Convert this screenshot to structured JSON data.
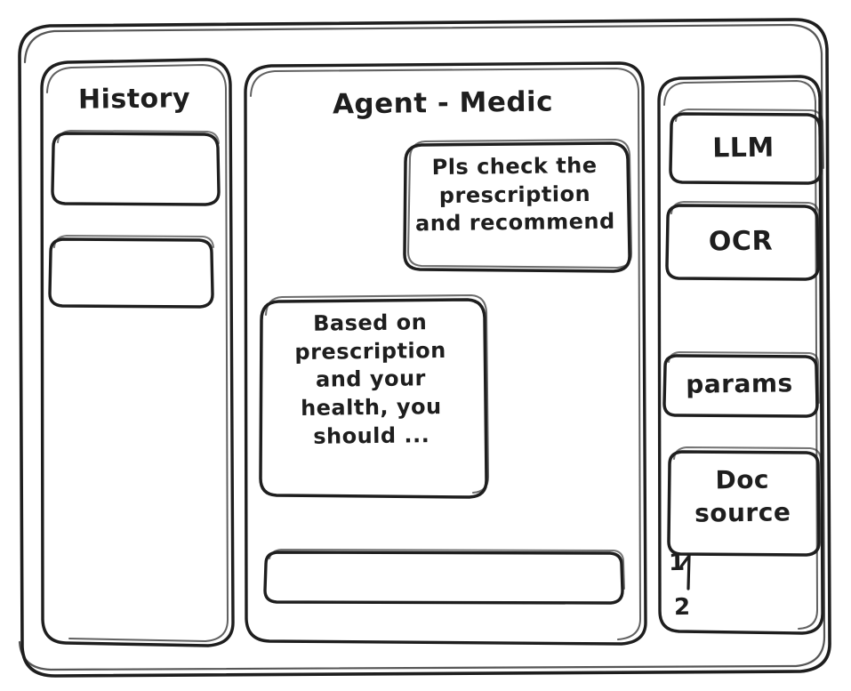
{
  "window": {
    "frame_label": "app-window"
  },
  "sidebar": {
    "title": "History",
    "items": [
      {
        "label": ""
      },
      {
        "label": ""
      }
    ]
  },
  "main": {
    "title": "Agent - Medic",
    "messages": [
      {
        "role": "user",
        "text": "Pls check the\nprescription\nand recommend"
      },
      {
        "role": "assistant",
        "text": "Based on\nprescription\nand your\nhealth, you\nshould ..."
      }
    ],
    "composer": {
      "value": "",
      "placeholder": ""
    }
  },
  "tools": {
    "items": [
      {
        "label": "LLM"
      },
      {
        "label": "OCR"
      },
      {
        "label": "params"
      },
      {
        "label": "Doc\nsource"
      }
    ],
    "doc_sources": [
      {
        "label": "1"
      },
      {
        "label": "2"
      }
    ]
  },
  "style": {
    "stroke": "#1e1e1e",
    "background": "#ffffff"
  }
}
